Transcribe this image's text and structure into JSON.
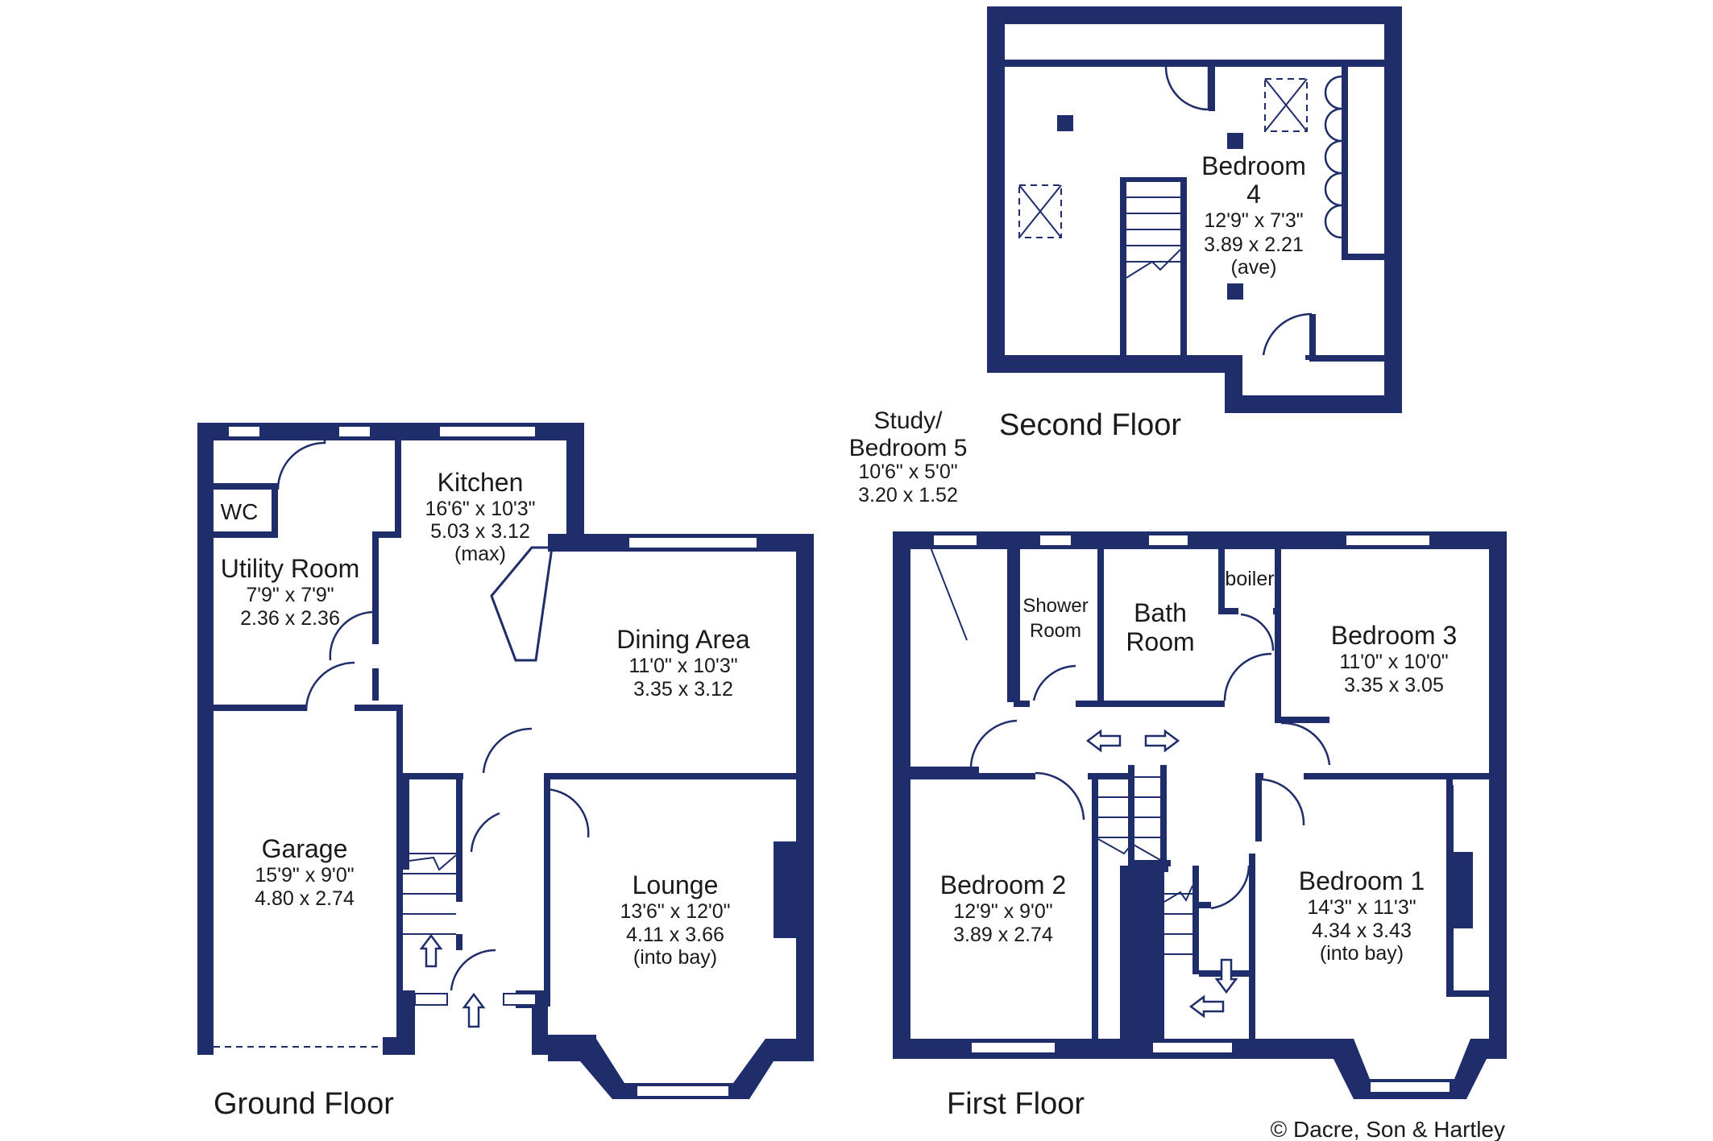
{
  "floors": {
    "ground": "Ground Floor",
    "first": "First Floor",
    "second": "Second Floor"
  },
  "rooms": {
    "wc": {
      "name": "WC"
    },
    "utility": {
      "name": "Utility Room",
      "imperial": "7'9\"  x  7'9\"",
      "metric": "2.36  x  2.36"
    },
    "kitchen": {
      "name": "Kitchen",
      "imperial": "16'6\"  x  10'3\"",
      "metric": "5.03  x  3.12",
      "note": "(max)"
    },
    "dining": {
      "name": "Dining Area",
      "imperial": "11'0\"  x  10'3\"",
      "metric": "3.35  x  3.12"
    },
    "garage": {
      "name": "Garage",
      "imperial": "15'9\"  x  9'0\"",
      "metric": "4.80  x  2.74"
    },
    "lounge": {
      "name": "Lounge",
      "imperial": "13'6\"  x  12'0\"",
      "metric": "4.11  x  3.66",
      "note": "(into bay)"
    },
    "study": {
      "name_line1": "Study/",
      "name_line2": "Bedroom 5",
      "imperial": "10'6\"  x  5'0\"",
      "metric": "3.20  x  1.52"
    },
    "shower": {
      "name_line1": "Shower",
      "name_line2": "Room"
    },
    "bath": {
      "name_line1": "Bath",
      "name_line2": "Room"
    },
    "boiler": {
      "name": "boiler"
    },
    "bedroom3": {
      "name": "Bedroom 3",
      "imperial": "11'0\"  x  10'0\"",
      "metric": "3.35  x  3.05"
    },
    "bedroom2": {
      "name": "Bedroom 2",
      "imperial": "12'9\"  x  9'0\"",
      "metric": "3.89  x  2.74"
    },
    "bedroom1": {
      "name": "Bedroom 1",
      "imperial": "14'3\"  x  11'3\"",
      "metric": "4.34  x  3.43",
      "note": "(into bay)"
    },
    "bedroom4": {
      "name_line1": "Bedroom",
      "name_line2": "4",
      "imperial": "12'9\"  x  7'3\"",
      "metric": "3.89  x  2.21",
      "note": "(ave)"
    }
  },
  "copyright": "© Dacre, Son & Hartley",
  "colors": {
    "wall": "#1f2d6b",
    "background": "#ffffff"
  }
}
